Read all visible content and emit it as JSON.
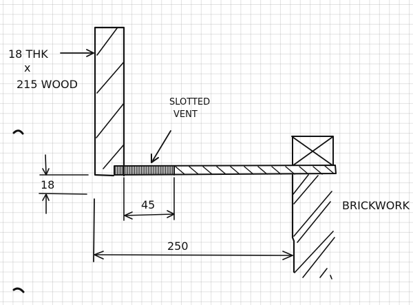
{
  "sketch": {
    "paper": "graph paper",
    "ink_color": "#111111",
    "grid_color": "#c8c8c8"
  },
  "labels": {
    "wood_line1": "18 THK",
    "wood_line2": "x",
    "wood_line3": "215 WOOD",
    "vent_line1": "SLOTTED",
    "vent_line2": "VENT",
    "brickwork": "BRICKWORK"
  },
  "dimensions": {
    "thickness": "18",
    "vent_width": "45",
    "span": "250"
  }
}
